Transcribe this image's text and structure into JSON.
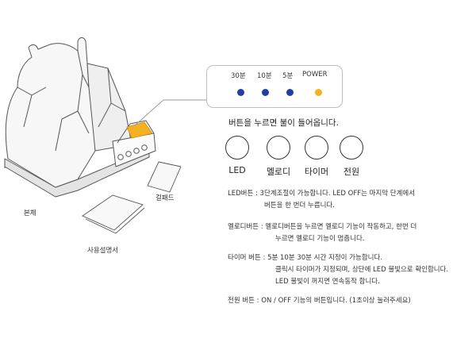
{
  "indicator_panel": {
    "labels": [
      "30분",
      "10분",
      "5분",
      "POWER"
    ],
    "colors": [
      "#1e3fa8",
      "#1e3fa8",
      "#1e3fa8",
      "#f4b120"
    ]
  },
  "heading": "버튼을 누르면 불이 들어옵니다.",
  "buttons": [
    "LED",
    "멜로디",
    "타이머",
    "전원"
  ],
  "parts": {
    "body": "본체",
    "pad": "걸패드",
    "manual": "사용설명서"
  },
  "descriptions": {
    "led": {
      "line1": "LED버튼 : 3단계조절이 가능합니다. LED OFF는 마지막 단계에서",
      "line2": "버튼을 한 번더 누릅니다."
    },
    "melody": {
      "line1": "멜로디버튼 : 멜로디버튼을 누르면 멜로디 기능이 작동하고, 한번 더",
      "line2": "누르면 멜로디 기능이 멈춥니다."
    },
    "timer": {
      "line1": "타이머 버튼 : 5분 10분 30분 시간 지정이 가능합니다.",
      "line2": "클릭시 타이머가 지정되며, 상단에 LED 불빛으로 확인합니다.",
      "line3": "LED 불빛이 꺼지면 연속동작 합니다."
    },
    "power": {
      "line1": "전원 버튼 : ON / OFF 기능의 버튼입니다. (1초이상 눌러주세요)"
    }
  }
}
